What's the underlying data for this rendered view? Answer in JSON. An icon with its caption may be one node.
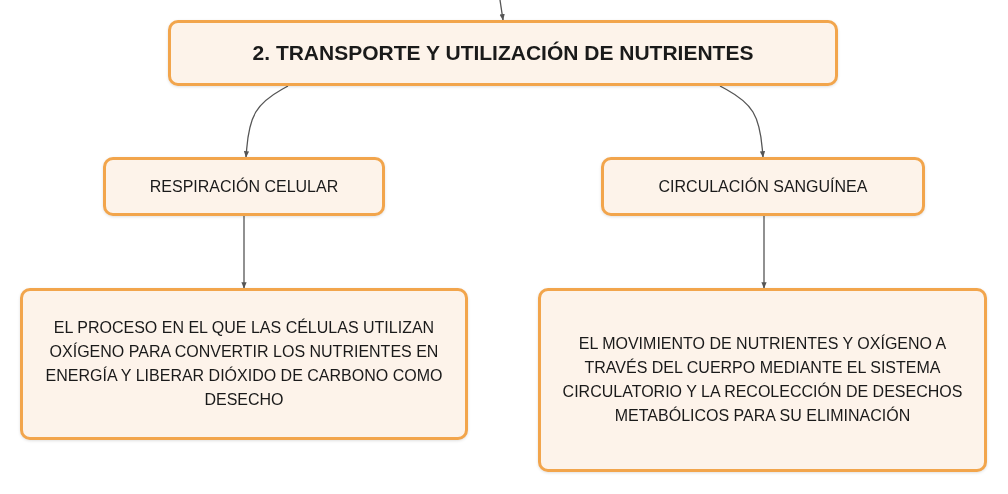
{
  "diagram": {
    "nodes": [
      {
        "text": [
          "2. TRANSPORTE Y UTILIZACIÓN DE NUTRIENTES"
        ]
      },
      {
        "text": [
          "RESPIRACIÓN CELULAR"
        ]
      },
      {
        "text": [
          "CIRCULACIÓN SANGUÍNEA"
        ]
      },
      {
        "text": [
          "EL PROCESO EN EL QUE LAS CÉLULAS UTILIZAN OXÍGENO PARA CONVERTIR LOS NUTRIENTES EN ENERGÍA Y LIBERAR DIÓXIDO DE CARBONO COMO DESECHO"
        ]
      },
      {
        "text": [
          "EL MOVIMIENTO DE NUTRIENTES Y OXÍGENO A TRAVÉS DEL CUERPO MEDIANTE EL SISTEMA CIRCULATORIO Y LA RECOLECCIÓN DE DESECHOS METABÓLICOS PARA SU ELIMINACIÓN"
        ]
      }
    ],
    "edges": [
      {
        "from": null,
        "to": 0,
        "arrow": "to"
      },
      {
        "from": 0,
        "to": 1,
        "arrow": "to"
      },
      {
        "from": 0,
        "to": 2,
        "arrow": "to"
      },
      {
        "from": 1,
        "to": 3,
        "arrow": "to"
      },
      {
        "from": 2,
        "to": 4,
        "arrow": "to"
      }
    ]
  }
}
